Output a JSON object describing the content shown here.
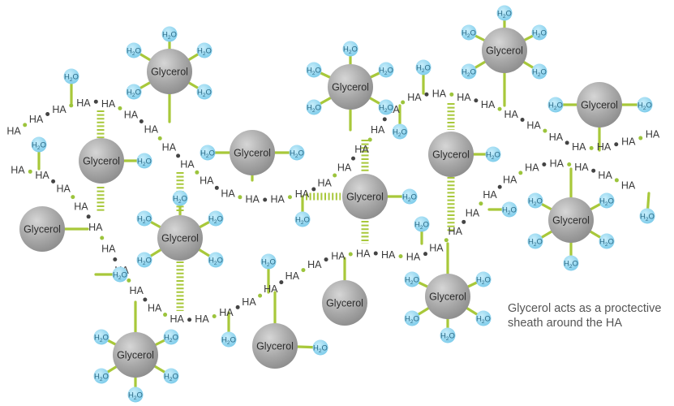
{
  "labels": {
    "glycerol": "Glycerol",
    "ha": "HA",
    "water_main": "H",
    "water_sub": "2",
    "water_tail": "O"
  },
  "caption": {
    "line1": "Glycerol acts as a proctective",
    "line2": "sheath around the HA"
  },
  "colors": {
    "glycerol_fill": "#a9a9a9",
    "bond": "#a8c83a",
    "water_fill": "#8ed4ef",
    "chain_text": "#3a3a3a",
    "dot_dark": "#444444",
    "dot_green": "#9cc43c",
    "caption_text": "#555555"
  }
}
